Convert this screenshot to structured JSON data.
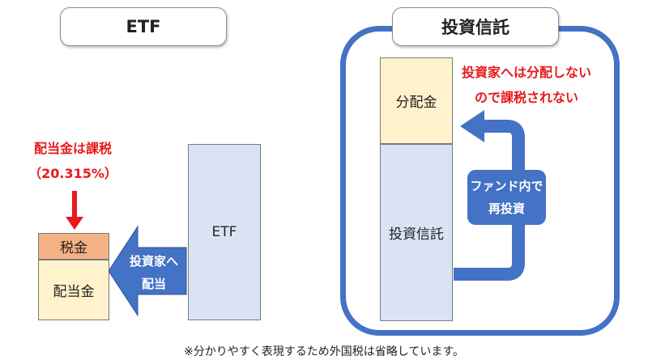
{
  "etf_panel": {
    "title": "ETF",
    "tax_note_line1": "配当金は課税",
    "tax_note_line2": "（20.315%）",
    "tax_box_label": "税金",
    "dividend_box_label": "配当金",
    "arrow_label_line1": "投資家へ",
    "arrow_label_line2": "配当",
    "etf_box_label": "ETF"
  },
  "fund_panel": {
    "title": "投資信託",
    "note_line1": "投資家へは分配しない",
    "note_line2": "ので課税されない",
    "distribution_box_label": "分配金",
    "fund_box_label": "投資信託",
    "reinvest_label_line1": "ファンド内で",
    "reinvest_label_line2": "再投資"
  },
  "footnote": "※分かりやすく表現するため外国税は省略しています。",
  "colors": {
    "accent_blue": "#4472c4",
    "tax_orange": "#f4b183",
    "dividend_cream": "#fff2cc",
    "fund_lavender": "#dae3f3",
    "alert_red": "#e8191b"
  }
}
